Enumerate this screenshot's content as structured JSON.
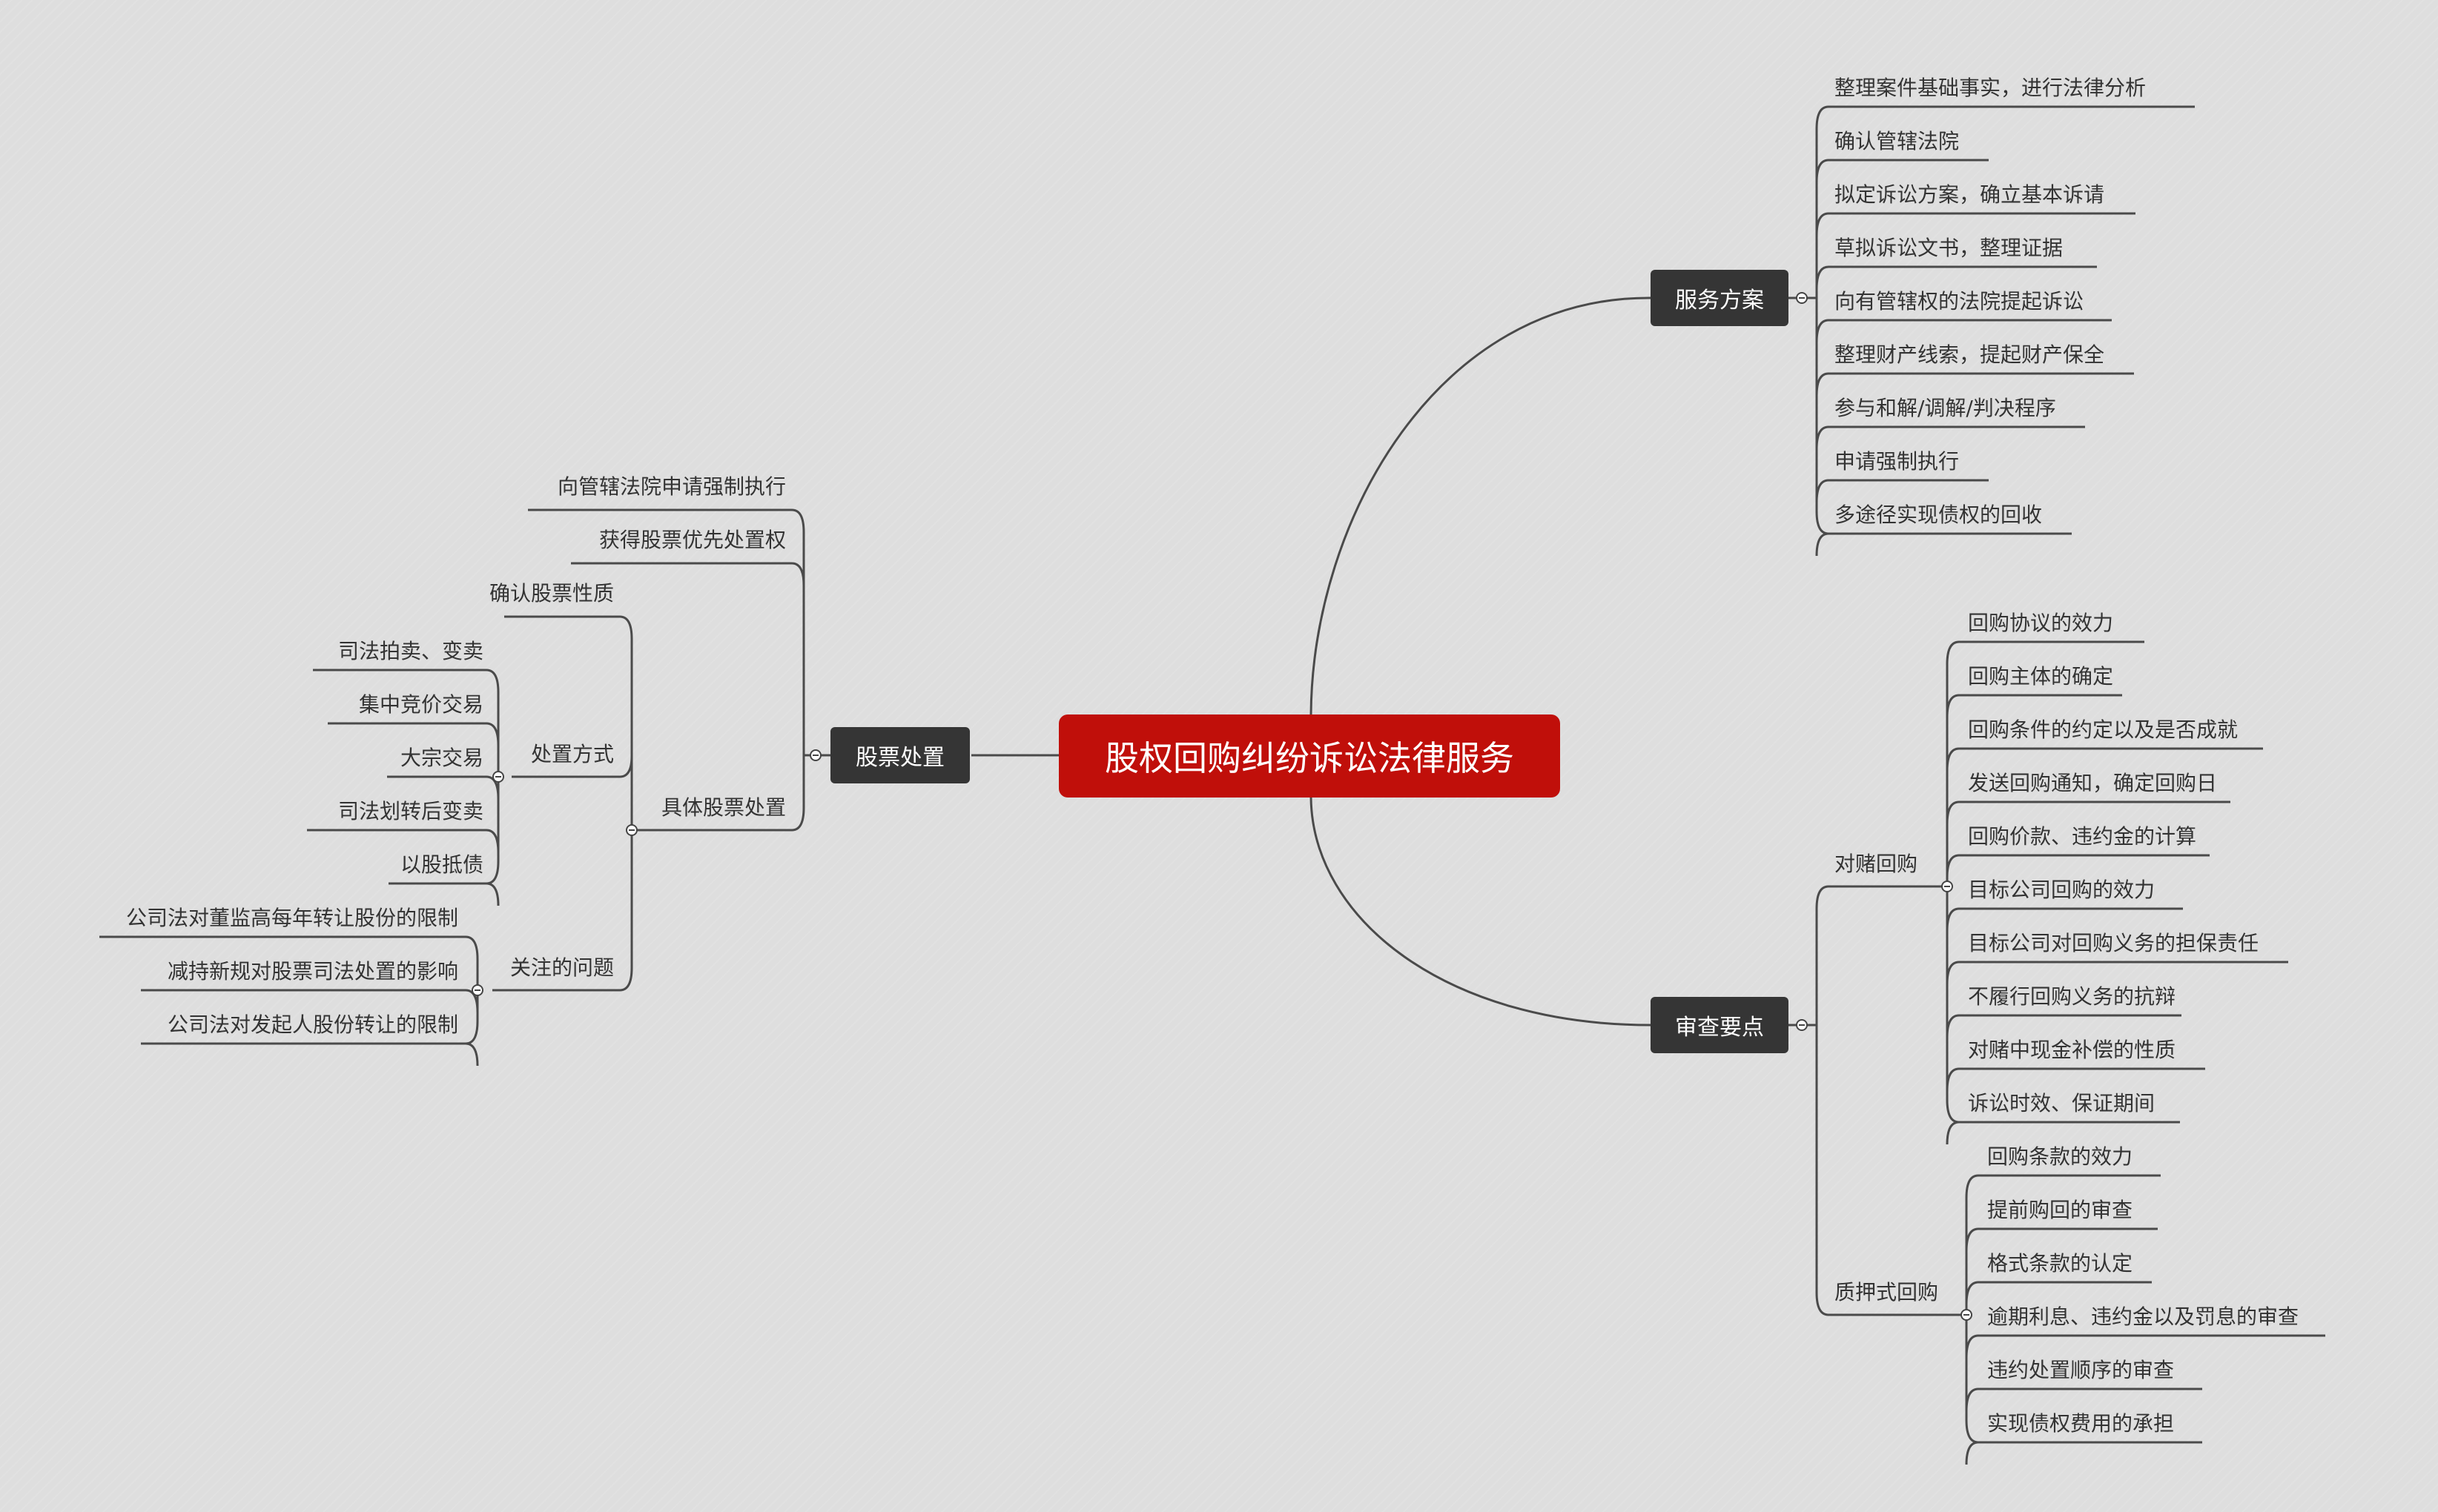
{
  "colors": {
    "root_fill": "#c00f0a",
    "topic_fill": "#353535",
    "line": "#4a4a4a",
    "text": "#333333"
  },
  "icons": {
    "collapse": "minus-circle-icon"
  },
  "root": {
    "title": "股权回购纠纷诉讼法律服务"
  },
  "service": {
    "title": "服务方案",
    "items": [
      "整理案件基础事实，进行法律分析",
      "确认管辖法院",
      "拟定诉讼方案，确立基本诉请",
      "草拟诉讼文书，整理证据",
      "向有管辖权的法院提起诉讼",
      "整理财产线索，提起财产保全",
      "参与和解/调解/判决程序",
      "申请强制执行",
      "多途径实现债权的回收"
    ]
  },
  "review": {
    "title": "审查要点",
    "vam": {
      "title": "对赌回购",
      "items": [
        "回购协议的效力",
        "回购主体的确定",
        "回购条件的约定以及是否成就",
        "发送回购通知，确定回购日",
        "回购价款、违约金的计算",
        "目标公司回购的效力",
        "目标公司对回购义务的担保责任",
        "不履行回购义务的抗辩",
        "对赌中现金补偿的性质",
        "诉讼时效、保证期间"
      ]
    },
    "pledge": {
      "title": "质押式回购",
      "items": [
        "回购条款的效力",
        "提前购回的审查",
        "格式条款的认定",
        "逾期利息、违约金以及罚息的审查",
        "违约处置顺序的审查",
        "实现债权费用的承担"
      ]
    }
  },
  "stock": {
    "title": "股票处置",
    "items": [
      "向管辖法院申请强制执行",
      "获得股票优先处置权"
    ],
    "specific": {
      "title": "具体股票处置",
      "confirm": "确认股票性质",
      "methods": {
        "title": "处置方式",
        "items": [
          "司法拍卖、变卖",
          "集中竞价交易",
          "大宗交易",
          "司法划转后变卖",
          "以股抵债"
        ]
      },
      "issues": {
        "title": "关注的问题",
        "items": [
          "公司法对董监高每年转让股份的限制",
          "减持新规对股票司法处置的影响",
          "公司法对发起人股份转让的限制"
        ]
      }
    }
  }
}
